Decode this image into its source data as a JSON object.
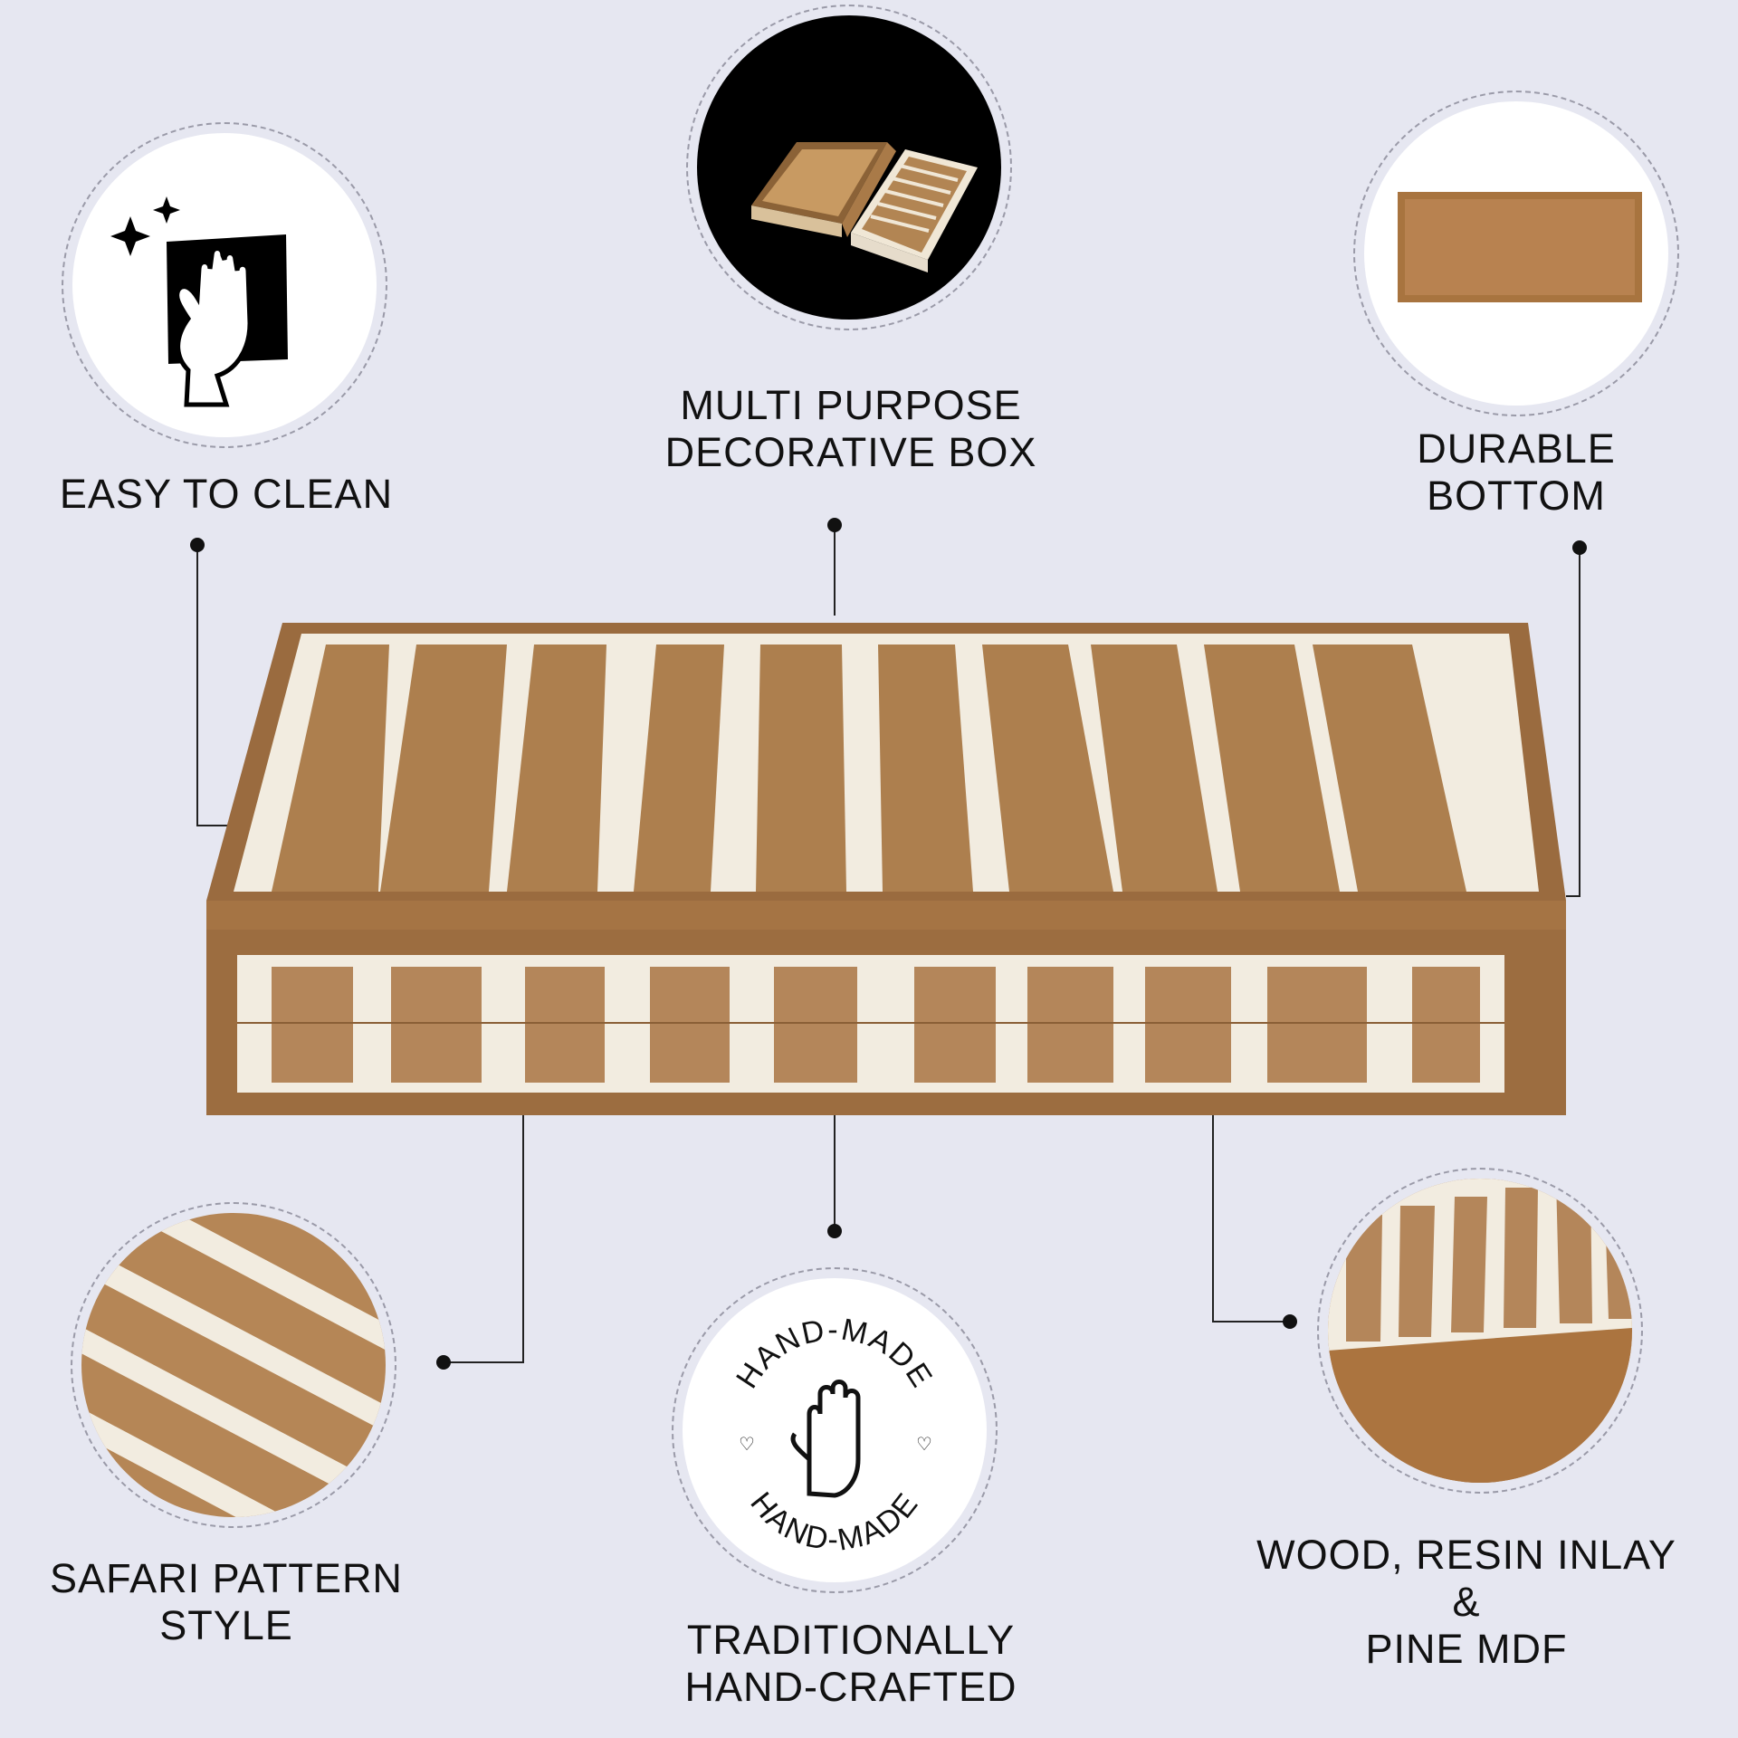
{
  "features": {
    "easy_clean": {
      "line1": "EASY TO CLEAN",
      "icon": "cleaning-hand-icon"
    },
    "multi_purpose": {
      "line1": "MULTI PURPOSE",
      "line2": "DECORATIVE BOX"
    },
    "durable_bottom": {
      "line1": "DURABLE",
      "line2": "BOTTOM"
    },
    "safari_pattern": {
      "line1": "SAFARI PATTERN",
      "line2": "STYLE"
    },
    "hand_crafted": {
      "line1": "TRADITIONALLY",
      "line2": "HAND-CRAFTED",
      "badge_top": "HAND-MADE",
      "badge_bottom": "HAND-MADE"
    },
    "materials": {
      "line1": "WOOD, RESIN INLAY",
      "line2": "&",
      "line3": "PINE MDF"
    }
  },
  "colors": {
    "background": "#e6e7f1",
    "wood": "#b0875a",
    "inlay": "#f3eee4"
  }
}
